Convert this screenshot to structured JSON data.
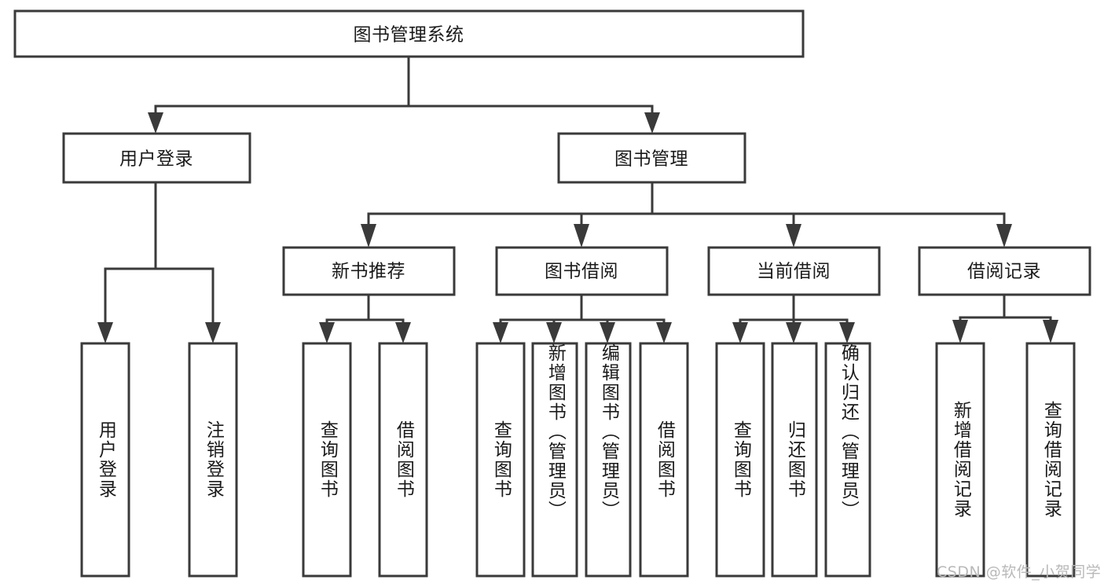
{
  "diagram": {
    "title": "图书管理系统",
    "type": "tree",
    "colors": {
      "stroke": "#3a3a3a",
      "fill": "#ffffff",
      "text": "#1a1a1a",
      "watermark": "#b9b9b9",
      "background": "#ffffff"
    },
    "root": {
      "label": "图书管理系统"
    },
    "level2": [
      {
        "label": "用户登录"
      },
      {
        "label": "图书管理"
      }
    ],
    "level3": [
      {
        "label": "新书推荐"
      },
      {
        "label": "图书借阅"
      },
      {
        "label": "当前借阅"
      },
      {
        "label": "借阅记录"
      }
    ],
    "leaves": {
      "user_login": [
        {
          "label": "用户登录"
        },
        {
          "label": "注销登录"
        }
      ],
      "new_book": [
        {
          "label": "查询图书"
        },
        {
          "label": "借阅图书"
        }
      ],
      "book_borrow": [
        {
          "label": "查询图书"
        },
        {
          "label": "新增图书（管理员）"
        },
        {
          "label": "编辑图书（管理员）"
        },
        {
          "label": "借阅图书"
        }
      ],
      "current_borrow": [
        {
          "label": "查询图书"
        },
        {
          "label": "归还图书"
        },
        {
          "label": "确认归还（管理员）"
        }
      ],
      "borrow_record": [
        {
          "label": "新增借阅记录"
        },
        {
          "label": "查询借阅记录"
        }
      ]
    },
    "watermark": "CSDN @软件_小贺同学"
  }
}
